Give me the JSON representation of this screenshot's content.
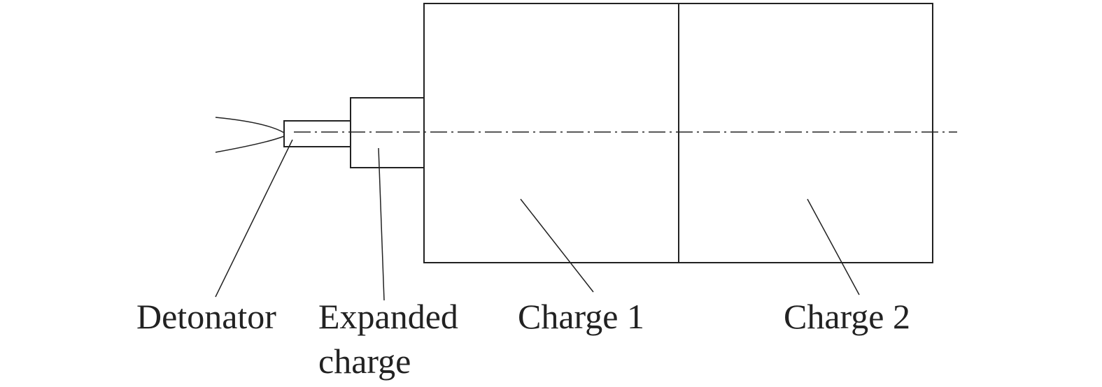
{
  "labels": {
    "detonator": "Detonator",
    "expanded_line1": "Expanded",
    "expanded_line2": "charge",
    "charge1": "Charge 1",
    "charge2": "Charge 2"
  }
}
